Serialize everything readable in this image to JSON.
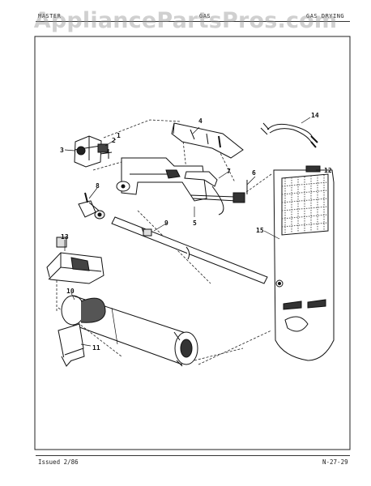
{
  "watermark": "AppliancePartsPros.com",
  "header": {
    "left": "MASTER",
    "middle": "GAS",
    "right": "GAS DRYING"
  },
  "footer": {
    "issued": "Issued 2/86",
    "page_code": "N-27-29"
  },
  "callouts": {
    "c1": "1",
    "c2": "2",
    "c3": "3",
    "c4": "4",
    "c5": "5",
    "c6": "6",
    "c7": "7",
    "c8": "8",
    "c9": "9",
    "c10": "10",
    "c11": "11",
    "c12": "12",
    "c13": "13",
    "c14": "14",
    "c15": "15"
  }
}
